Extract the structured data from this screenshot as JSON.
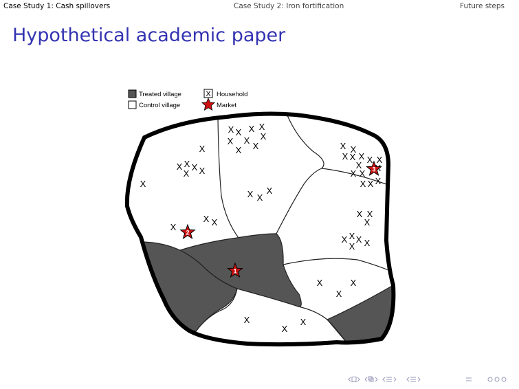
{
  "nav": {
    "items": [
      {
        "label": "Case Study 1: Cash spillovers",
        "active": true
      },
      {
        "label": "Case Study 2: Iron fortification",
        "active": false
      },
      {
        "label": "Future steps",
        "active": false
      }
    ]
  },
  "slide": {
    "title": "Hypothetical academic paper"
  },
  "legend": {
    "treated": "Treated village",
    "control": "Control village",
    "household": "Household",
    "household_symbol": "X",
    "market": "Market"
  },
  "map": {
    "household_symbol": "X",
    "markets": [
      {
        "label": "1"
      },
      {
        "label": "2"
      },
      {
        "label": "3"
      }
    ],
    "colors": {
      "treated_fill": "#555555",
      "control_fill": "#ffffff",
      "border": "#000000",
      "market_fill": "#cc1111"
    }
  },
  "beamer_nav": {
    "color": "#9999bb"
  }
}
